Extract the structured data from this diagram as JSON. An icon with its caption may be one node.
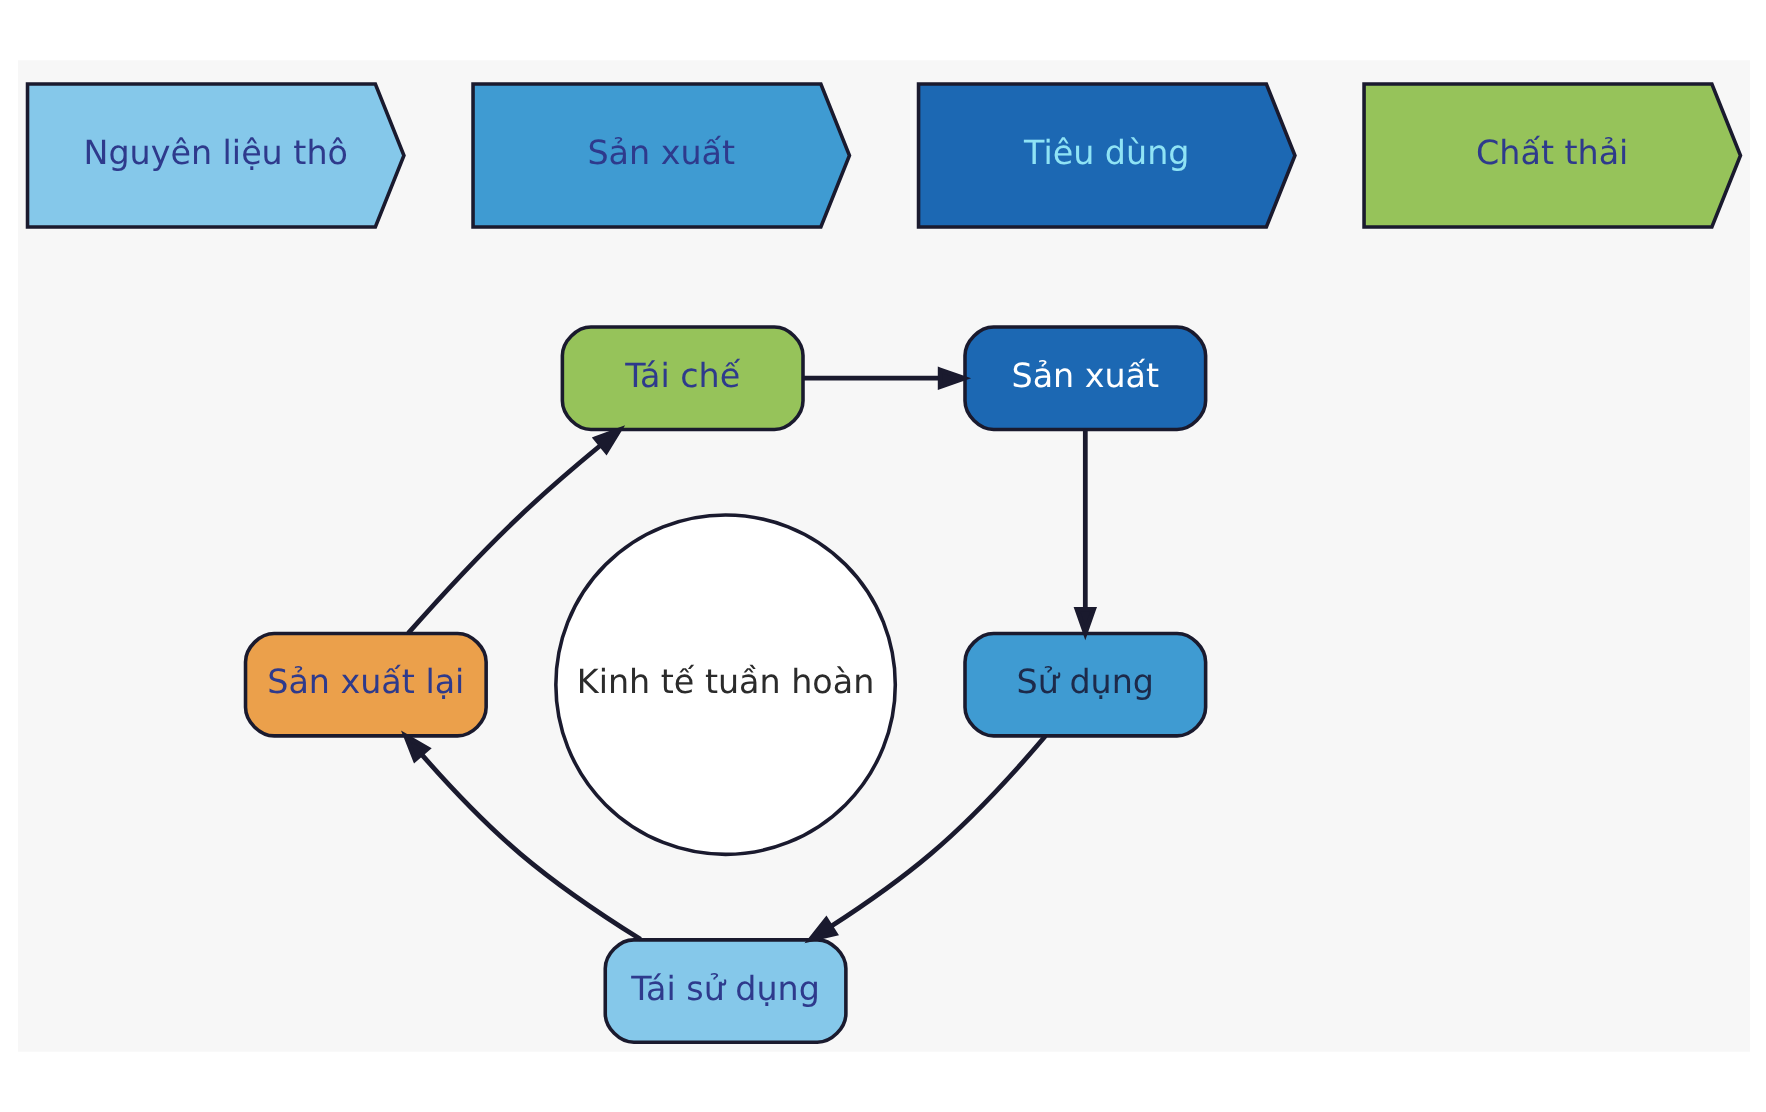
{
  "diagram": {
    "nodes": [
      {
        "text": [
          "Nguyên liệu thô"
        ]
      },
      {
        "text": [
          "Sản xuất"
        ]
      },
      {
        "text": [
          "Tiêu dùng"
        ]
      },
      {
        "text": [
          "Chất thải"
        ]
      },
      {
        "text": [
          "Kinh tế tuần hoàn"
        ]
      },
      {
        "text": [
          "Tái chế"
        ]
      },
      {
        "text": [
          "Sản xuất"
        ]
      },
      {
        "text": [
          "Sử dụng"
        ]
      },
      {
        "text": [
          "Tái sử dụng"
        ]
      },
      {
        "text": [
          "Sản xuất lại"
        ]
      }
    ],
    "edges": [
      {
        "from": 5,
        "to": 6,
        "arrow": "to"
      },
      {
        "from": 6,
        "to": 7,
        "arrow": "to"
      },
      {
        "from": 7,
        "to": 8,
        "arrow": "to"
      },
      {
        "from": 8,
        "to": 9,
        "arrow": "to"
      },
      {
        "from": 9,
        "to": 5,
        "arrow": "to"
      }
    ]
  }
}
